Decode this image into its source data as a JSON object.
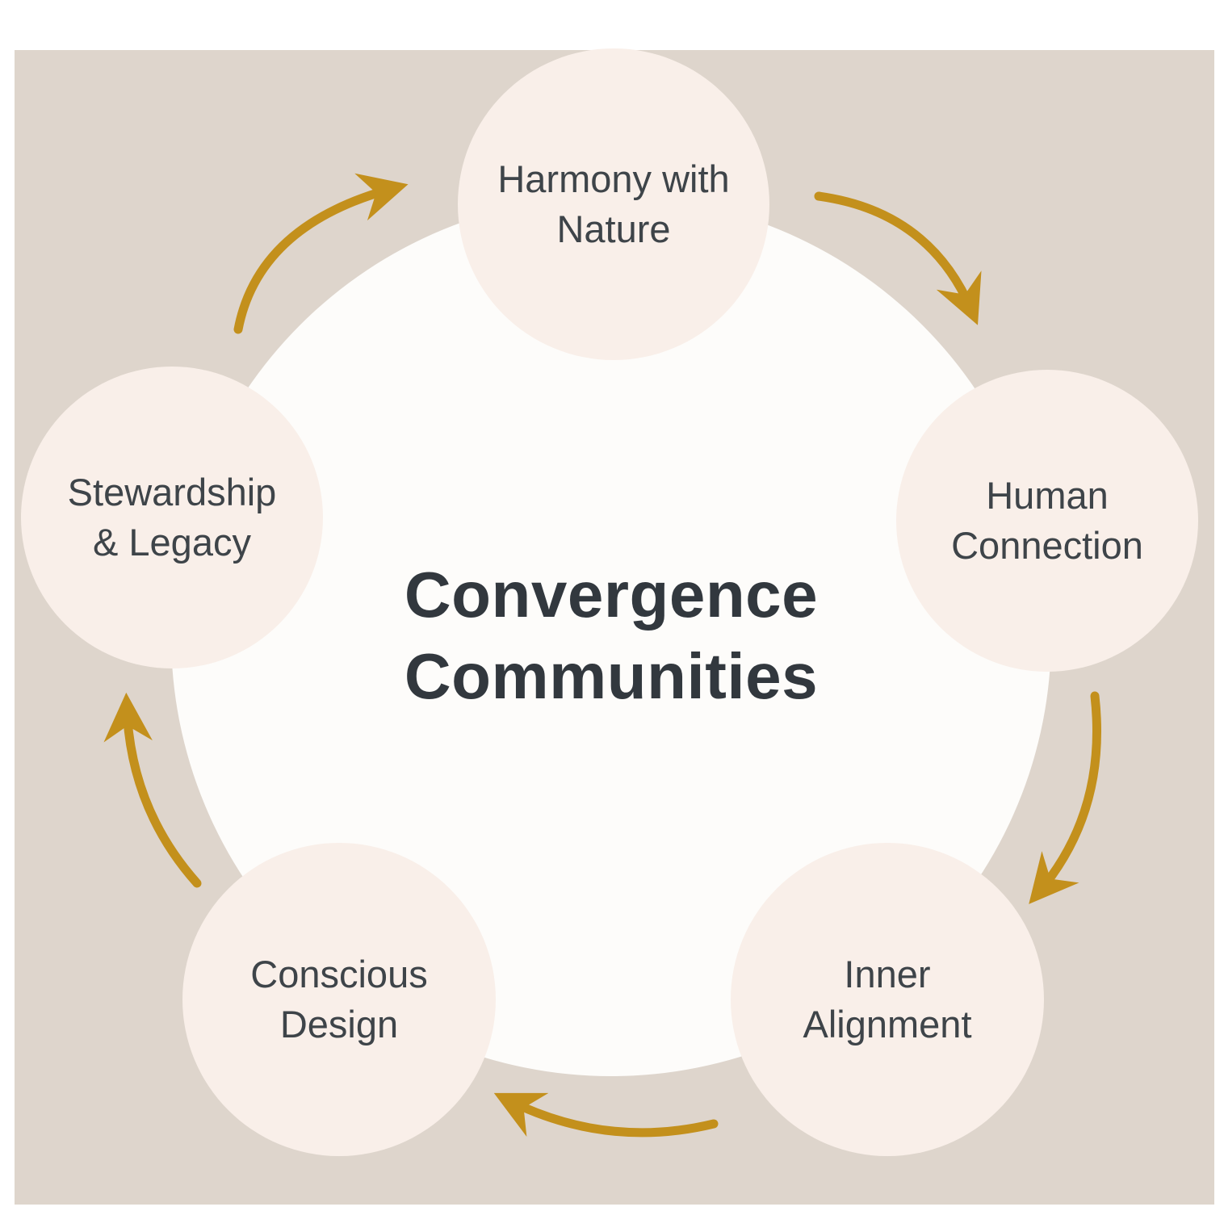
{
  "diagram": {
    "title": {
      "line1": "Convergence",
      "line2": "Communities"
    },
    "nodes": [
      {
        "label": "Harmony with\nNature"
      },
      {
        "label": "Human\nConnection"
      },
      {
        "label": "Inner\nAlignment"
      },
      {
        "label": "Conscious\nDesign"
      },
      {
        "label": "Stewardship\n& Legacy"
      }
    ],
    "colors": {
      "background": "#ded5cc",
      "node_fill": "#f9efe9",
      "center_fill": "#fdfcfa",
      "arrow": "#c3901c",
      "text": "#3e4449",
      "title": "#32383e"
    }
  }
}
